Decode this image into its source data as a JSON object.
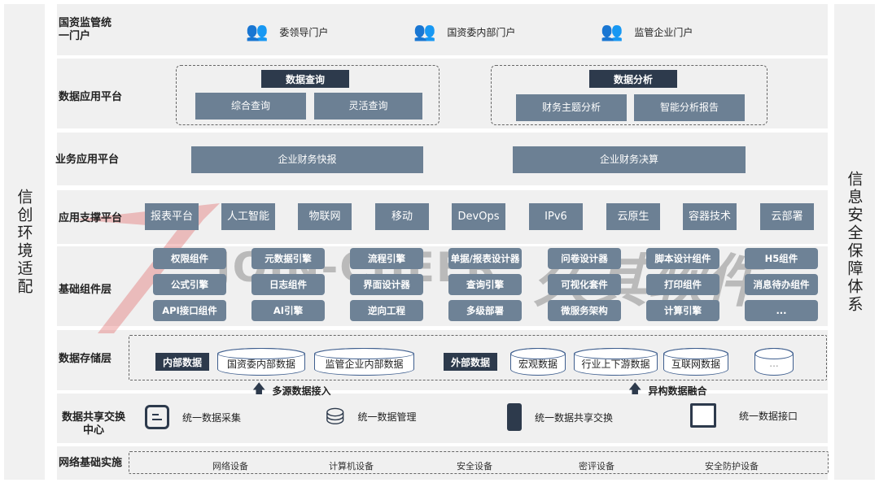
{
  "left_side": "信创环境适配",
  "right_side": "信息安全保障体系",
  "watermark": {
    "en": "JOIN-CHEER",
    "cn": "久其软件"
  },
  "portal": {
    "label": "国资监管统一门户",
    "items": [
      "委领导门户",
      "国资委内部门户",
      "监管企业门户"
    ]
  },
  "data_app": {
    "label": "数据应用平台",
    "groups": [
      {
        "title": "数据查询",
        "items": [
          "综合查询",
          "灵活查询"
        ]
      },
      {
        "title": "数据分析",
        "items": [
          "财务主题分析",
          "智能分析报告"
        ]
      }
    ]
  },
  "biz_app": {
    "label": "业务应用平台",
    "items": [
      "企业财务快报",
      "企业财务决算"
    ]
  },
  "support": {
    "label": "应用支撑平台",
    "items": [
      "报表平台",
      "人工智能",
      "物联网",
      "移动",
      "DevOps",
      "IPv6",
      "云原生",
      "容器技术",
      "云部署"
    ]
  },
  "components": {
    "label": "基础组件层",
    "rows": [
      [
        "权限组件",
        "元数据引擎",
        "流程引擎",
        "单据/报表设计器",
        "问卷设计器",
        "脚本设计组件",
        "H5组件"
      ],
      [
        "公式引擎",
        "日志组件",
        "界面设计器",
        "查询引擎",
        "可视化套件",
        "打印组件",
        "消息待办组件"
      ],
      [
        "API接口组件",
        "AI引擎",
        "逆向工程",
        "多级部署",
        "微服务架构",
        "计算引擎",
        "..."
      ]
    ]
  },
  "storage": {
    "label": "数据存储层",
    "internal_title": "内部数据",
    "internal": [
      "国资委内部数据",
      "监管企业内部数据"
    ],
    "external_title": "外部数据",
    "external": [
      "宏观数据",
      "行业上下游数据",
      "互联网数据",
      "..."
    ],
    "arrows": [
      "多源数据接入",
      "异构数据融合"
    ]
  },
  "exchange": {
    "label": "数据共享交换中心",
    "items": [
      "统一数据采集",
      "统一数据管理",
      "统一数据共享交换",
      "统一数据接口"
    ]
  },
  "infra": {
    "label": "网络基础实施",
    "items": [
      "网络设备",
      "计算机设备",
      "安全设备",
      "密评设备",
      "安全防护设备"
    ]
  }
}
